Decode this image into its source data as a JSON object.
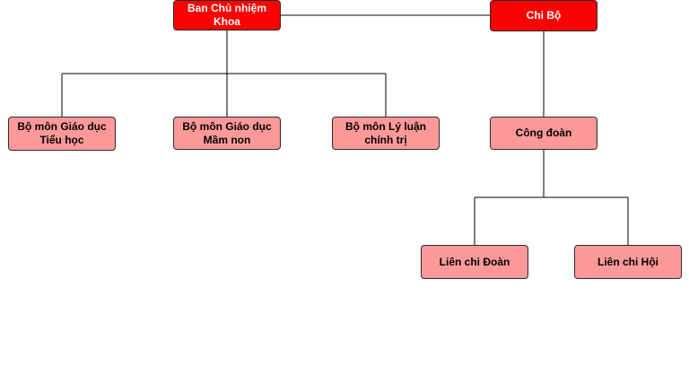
{
  "colors": {
    "primary_fill": "#ff0000",
    "secondary_fill": "#ff9999",
    "primary_text": "#ffffff",
    "secondary_text": "#000000",
    "connector": "#000000"
  },
  "nodes": {
    "ban_chu_nhiem": "Ban Chủ nhiệm\nKhoa",
    "chi_bo": "Chi Bộ",
    "bo_mon_tieu_hoc": "Bộ môn Giáo dục\nTiểu học",
    "bo_mon_mam_non": "Bộ môn Giáo dục\nMầm non",
    "bo_mon_ly_luan": "Bộ môn Lý luận\nchính trị",
    "cong_doan": "Công đoàn",
    "lien_chi_doan": "Liên chi Đoàn",
    "lien_chi_hoi": "Liên chi Hội"
  }
}
